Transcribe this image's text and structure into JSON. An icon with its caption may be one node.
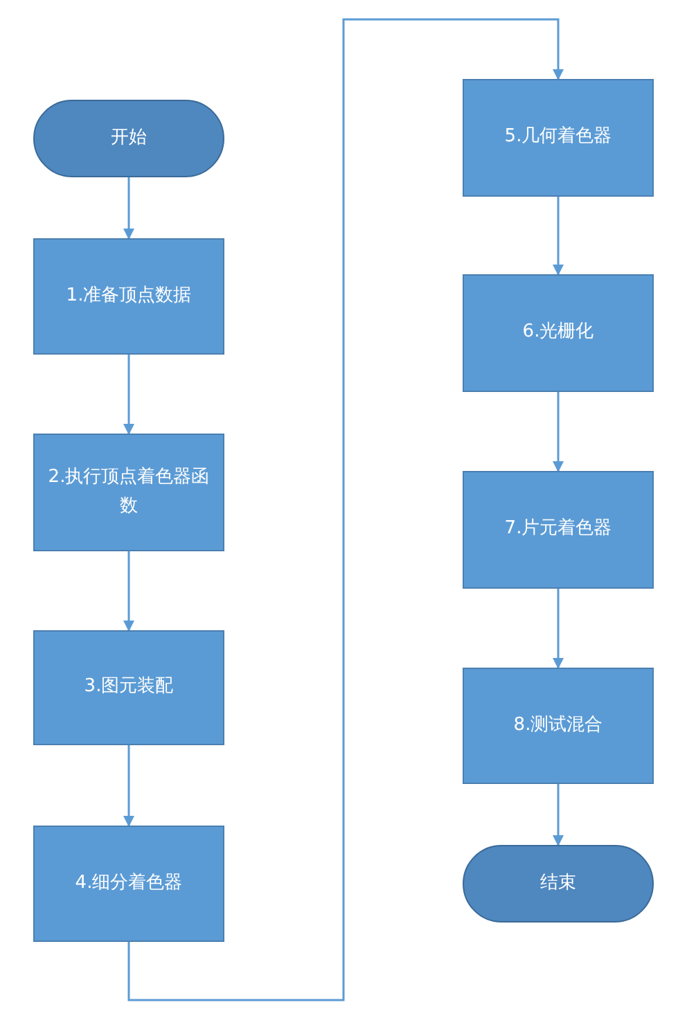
{
  "diagram": {
    "nodes": [
      {
        "text": [
          "开始"
        ]
      },
      {
        "text": [
          "1.准备顶点数据"
        ]
      },
      {
        "text": [
          "2.执行顶点着色器函数"
        ]
      },
      {
        "text": [
          "3.图元装配"
        ]
      },
      {
        "text": [
          "4.细分着色器"
        ]
      },
      {
        "text": [
          "5.几何着色器"
        ]
      },
      {
        "text": [
          "6.光栅化"
        ]
      },
      {
        "text": [
          "7.片元着色器"
        ]
      },
      {
        "text": [
          "8.测试混合"
        ]
      },
      {
        "text": [
          "结束"
        ]
      }
    ],
    "edges": [
      {
        "from": 0,
        "to": 1,
        "arrow": "to"
      },
      {
        "from": 1,
        "to": 2,
        "arrow": "to"
      },
      {
        "from": 2,
        "to": 3,
        "arrow": "to"
      },
      {
        "from": 3,
        "to": 4,
        "arrow": "to"
      },
      {
        "from": 4,
        "to": 5,
        "arrow": "to"
      },
      {
        "from": 5,
        "to": 6,
        "arrow": "to"
      },
      {
        "from": 6,
        "to": 7,
        "arrow": "to"
      },
      {
        "from": 7,
        "to": 8,
        "arrow": "to"
      },
      {
        "from": 8,
        "to": 9,
        "arrow": "to"
      }
    ]
  }
}
